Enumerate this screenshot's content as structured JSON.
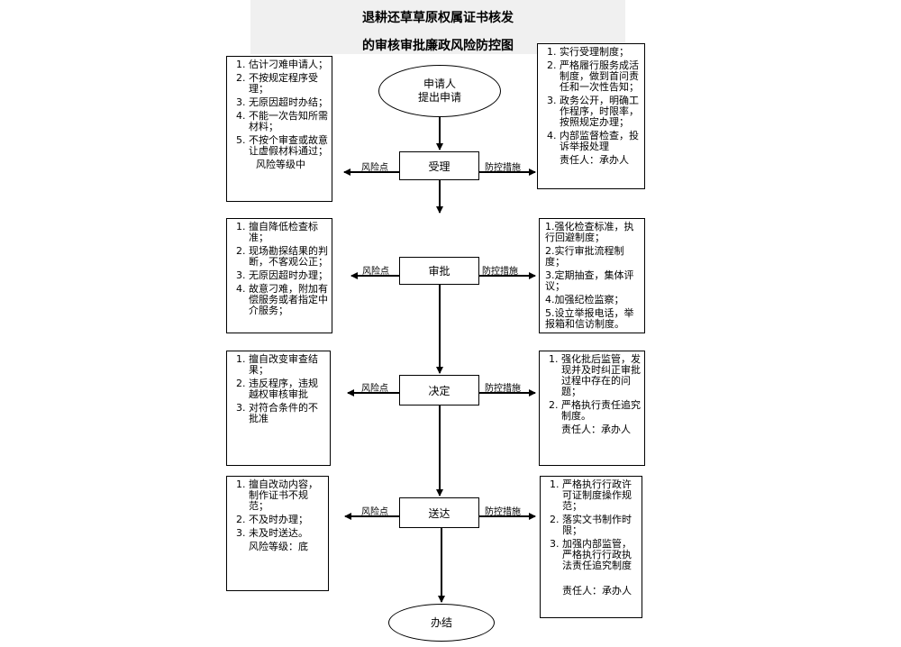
{
  "title": {
    "line1": "退耕还草草原权属证书核发",
    "line2": "的审核审批廉政风险防控图"
  },
  "start": {
    "line1": "申请人",
    "line2": "提出申请"
  },
  "end": "办结",
  "labels": {
    "risk": "风险点",
    "control": "防控措施"
  },
  "steps": [
    {
      "name": "受理",
      "risks": [
        "估计刁难申请人；",
        "不按规定程序受理；",
        "无原因超时办结；",
        "不能一次告知所需材料；",
        "不按个审查或故意让虚假材料通过；"
      ],
      "risk_note": "风险等级中",
      "controls": [
        "实行受理制度；",
        "严格履行服务成活制度，做到首问责任和一次性告知；",
        "政务公开，明确工作程序，时限率，按照规定办理；",
        "内部监督检查，投诉举报处理"
      ],
      "control_note": "责任人：承办人"
    },
    {
      "name": "审批",
      "risks": [
        "擅自降低检查标准；",
        "现场勘探结果的判断，不客观公正；",
        "无原因超时办理；",
        "故意刁难，附加有偿服务或者指定中介服务；"
      ],
      "risk_note": "",
      "controls": [
        "1.强化检查标准，执行回避制度；",
        "2.实行审批流程制度；",
        "3.定期抽查，集体评议；",
        "4.加强纪检监察；",
        "5.设立举报电话，举报箱和信访制度。"
      ],
      "control_note": ""
    },
    {
      "name": "决定",
      "risks": [
        "擅自改变审查结果；",
        "违反程序，违规越权审核审批",
        "对符合条件的不批准"
      ],
      "risk_note": "",
      "controls": [
        "强化批后监管，发现并及时纠正审批过程中存在的问题；",
        "严格执行责任追究制度。"
      ],
      "control_note": "责任人：承办人"
    },
    {
      "name": "送达",
      "risks": [
        "擅自改动内容，制作证书不规范；",
        "不及时办理；",
        "未及时送达。"
      ],
      "risk_note": "风险等级：底",
      "controls": [
        "严格执行行政许可证制度操作规范；",
        "落实文书制作时限；",
        "加强内部监管，严格执行行政执法责任追究制度"
      ],
      "control_note": "责任人：承办人"
    }
  ]
}
